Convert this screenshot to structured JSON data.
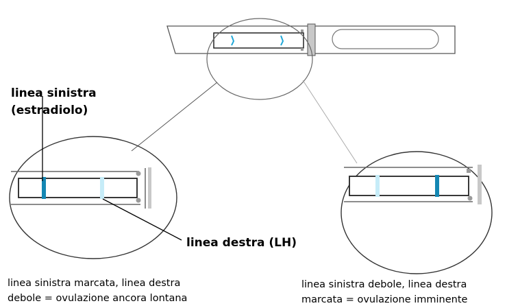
{
  "labels": {
    "left_line_title": "linea sinistra",
    "left_line_subtitle": "(estradiolo)",
    "right_line": "linea destra (LH)"
  },
  "captions": {
    "left": {
      "line1": "linea sinistra marcata, linea destra",
      "line2": "debole = ovulazione ancora lontana"
    },
    "right": {
      "line1": "linea sinistra debole, linea destra",
      "line2": "marcata = ovulazione imminente"
    }
  },
  "colors": {
    "strong_line": "#1487b3",
    "faint_line": "#c6ecf8",
    "small_line": "#22a8d8",
    "outline": "#555555",
    "device_gray": "#c8c8c8",
    "dot_gray": "#9a9a9a"
  }
}
